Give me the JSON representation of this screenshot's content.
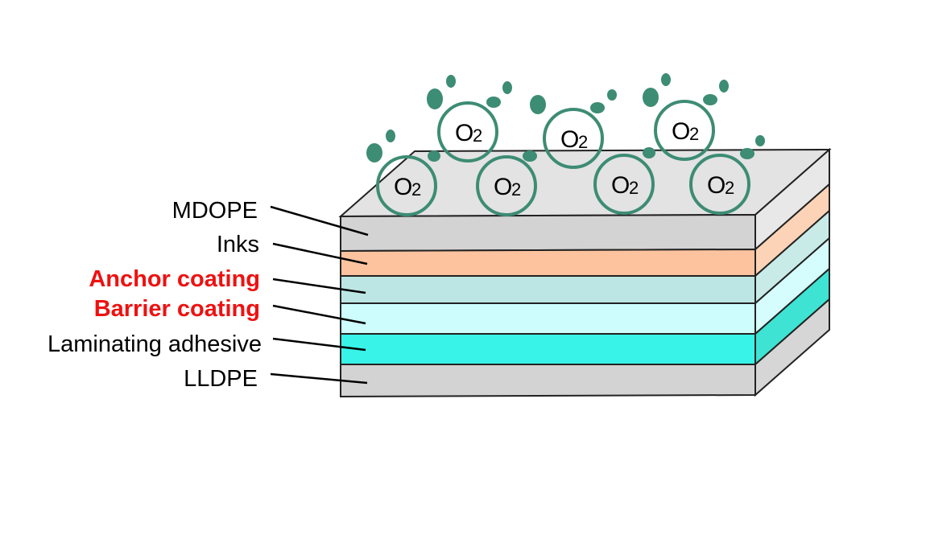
{
  "colors": {
    "outline": "#222222",
    "molecule": "#3d8c74",
    "emphasis_text": "#ee1111"
  },
  "layers": [
    {
      "label": "MDOPE",
      "emphasis": false,
      "front": "#d3d3d3",
      "side": "#e8e8e8"
    },
    {
      "label": "Inks",
      "emphasis": false,
      "front": "#fdc39e",
      "side": "#fcd3b6"
    },
    {
      "label": "Anchor coating",
      "emphasis": true,
      "front": "#bbe6e3",
      "side": "#c8ebe8"
    },
    {
      "label": "Barrier coating",
      "emphasis": true,
      "front": "#cdfdfc",
      "side": "#d6fdfd"
    },
    {
      "label": "Laminating adhesive",
      "emphasis": false,
      "front": "#38f3e8",
      "side": "#3ee3d3"
    },
    {
      "label": "LLDPE",
      "emphasis": false,
      "front": "#d3d3d3",
      "side": "#d6d6d6"
    }
  ],
  "top_surface_color": "#e3e3e3",
  "molecule": {
    "symbol": "O",
    "subscript": "2"
  },
  "molecules_count_label": ""
}
